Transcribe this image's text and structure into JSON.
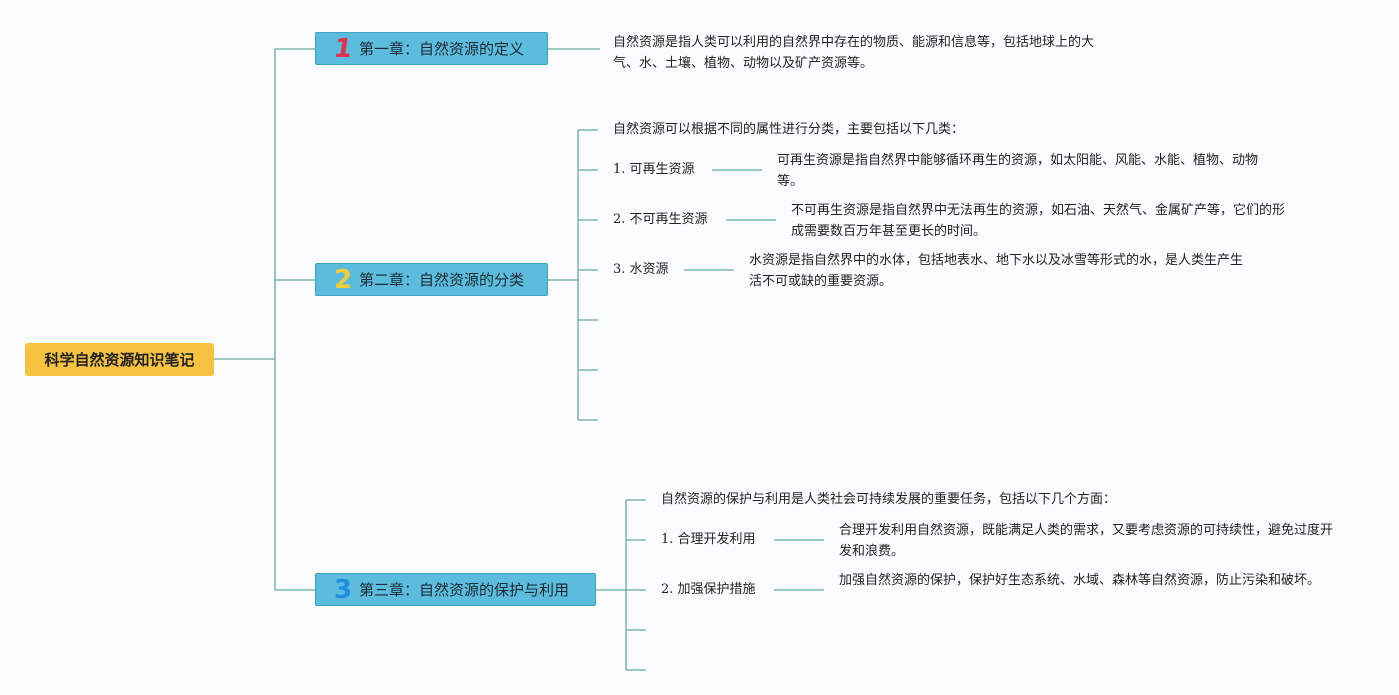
{
  "root": {
    "label": "科学自然资源知识笔记"
  },
  "chapters": [
    {
      "number": "1",
      "label": "第一章：自然资源的定义",
      "description": "自然资源是指人类可以利用的自然界中存在的物质、能源和信息等，包括地球上的大气、水、土壤、植物、动物以及矿产资源等。"
    },
    {
      "number": "2",
      "label": "第二章：自然资源的分类",
      "intro": "自然资源可以根据不同的属性进行分类，主要包括以下几类：",
      "items": [
        {
          "label": "1. 可再生资源",
          "detail": "可再生资源是指自然界中能够循环再生的资源，如太阳能、风能、水能、植物、动物等。"
        },
        {
          "label": "2. 不可再生资源",
          "detail": "不可再生资源是指自然界中无法再生的资源，如石油、天然气、金属矿产等，它们的形成需要数百万年甚至更长的时间。"
        },
        {
          "label": "3. 水资源",
          "detail": "水资源是指自然界中的水体，包括地表水、地下水以及冰雪等形式的水，是人类生产生活不可或缺的重要资源。"
        }
      ]
    },
    {
      "number": "3",
      "label": "第三章：自然资源的保护与利用",
      "intro": "自然资源的保护与利用是人类社会可持续发展的重要任务，包括以下几个方面：",
      "items": [
        {
          "label": "1. 合理开发利用",
          "detail": "合理开发利用自然资源，既能满足人类的需求，又要考虑资源的可持续性，避免过度开发和浪费。"
        },
        {
          "label": "2. 加强保护措施",
          "detail": "加强自然资源的保护，保护好生态系统、水域、森林等自然资源，防止污染和破坏。"
        }
      ]
    }
  ],
  "colors": {
    "root_bg": "#f5c242",
    "chapter_bg": "#5bbcdd",
    "connector": "#6aa89a",
    "num_1": "#e0334a",
    "num_2": "#f2cd39",
    "num_3": "#1e8fe0"
  }
}
